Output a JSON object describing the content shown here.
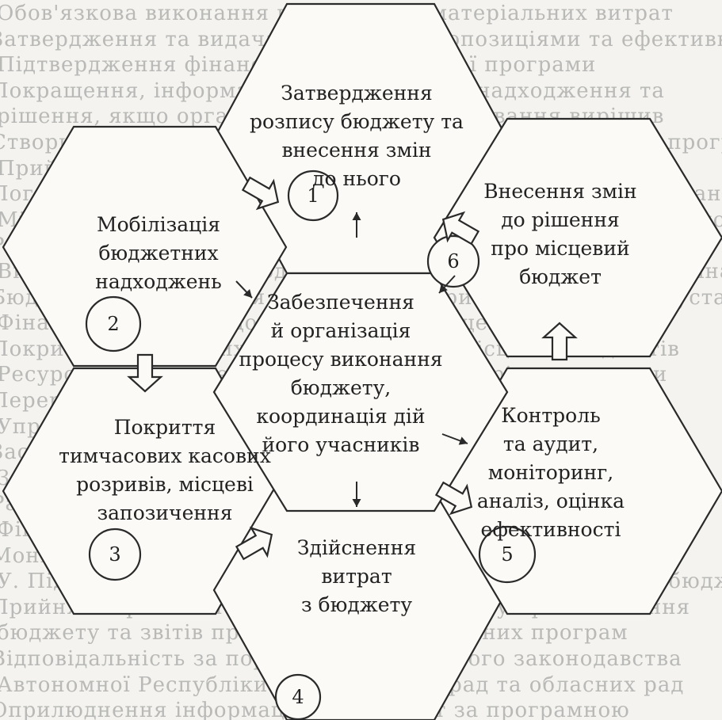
{
  "background_text": [
    "Обов'язкова виконання надходжень, матеріальних витрат",
    "Затвердження та видача вкладень з пропозиціями та ефективної частини",
    "Підтвердження фінансування бюджетної програми",
    "Покращення, інформаційні, статистичні, надходження та",
    "рішення, якщо орган місцевого самоврядування вирішив",
    "Створювати відомості та дані, що стосуються бюджетних програм",
    "Прийняті зміни до розпису доходів і видатків бюджету",
    "Погодження змін до бюджету та на підставі статистичних даних",
    "Місцевий бюджет за загальним фондом та спеціальним фондом",
    "Розпорядники бюджетних коштів, звіти про виконання",
    "Виконання місцевих бюджетів за доходами, видатками та фінансуванням",
    "Бюджетні призначення згідно з кошторисами бюджетних установ",
    "Фінансові ресурси, що надходять до місцевих бюджетів",
    "Покриття тимчасових касових розривів місцевих бюджетів",
    "Ресурсне забезпечення, що визначається рішенням ради",
    "Перерозподіл бюджетних призначень між програмами",
    "Управління бюджетними коштами та їх використання",
    "Засади формування бюджетних програм місцевих бюджетів",
    "Загальний фонд місцевого бюджету та спеціальний фонд",
    "Ради, що здійснюють контроль за виконанням бюджету",
    "Фінансові органи місцевого самоврядування, звітність",
    "Моніторинг і аналіз виконання бюджетних програм",
    "У. Підготовка та розгляд звітів про виконання місцевого бюджету",
    "Прийняття рішення про затвердження звіту про виконання",
    "бюджету та звітів про виконання бюджетних програм",
    "Відповідальність за порушення бюджетного законодавства",
    "Автономної Республіки Крим, міських рад та обласних рад",
    "Оприлюднення інформації про бюджет за програмною"
  ],
  "hexagons": [
    {
      "id": 1,
      "number": "1",
      "lines": [
        "Затвердження",
        "розпису бюджету та",
        "внесення змін",
        "до нього"
      ]
    },
    {
      "id": 2,
      "number": "2",
      "lines": [
        "Мобілізація",
        "бюджетних",
        "надходжень"
      ]
    },
    {
      "id": 3,
      "number": "3",
      "lines": [
        "Покриття",
        "тимчасових касових",
        "розривів, місцеві",
        "запозичення"
      ]
    },
    {
      "id": 4,
      "number": "4",
      "lines": [
        "Здійснення",
        "витрат",
        "з бюджету"
      ]
    },
    {
      "id": 5,
      "number": "5",
      "lines": [
        "Контроль",
        "та аудит,",
        "моніторинг,",
        "аналіз, оцінка",
        "ефективності"
      ]
    },
    {
      "id": 6,
      "number": "6",
      "lines": [
        "Внесення змін",
        "до рішення",
        "про місцевий",
        "бюджет"
      ]
    },
    {
      "id": 0,
      "number": "",
      "lines": [
        "Забезпечення",
        "й організація",
        "процесу виконання",
        "бюджету,",
        "координація дій",
        "його учасників"
      ]
    }
  ],
  "colors": {
    "background": "#f4f3ef",
    "hex_fill": "#fbfaf6",
    "stroke": "#2a2a2a",
    "text": "#222222",
    "ghost_text": "#8a8a8a"
  }
}
